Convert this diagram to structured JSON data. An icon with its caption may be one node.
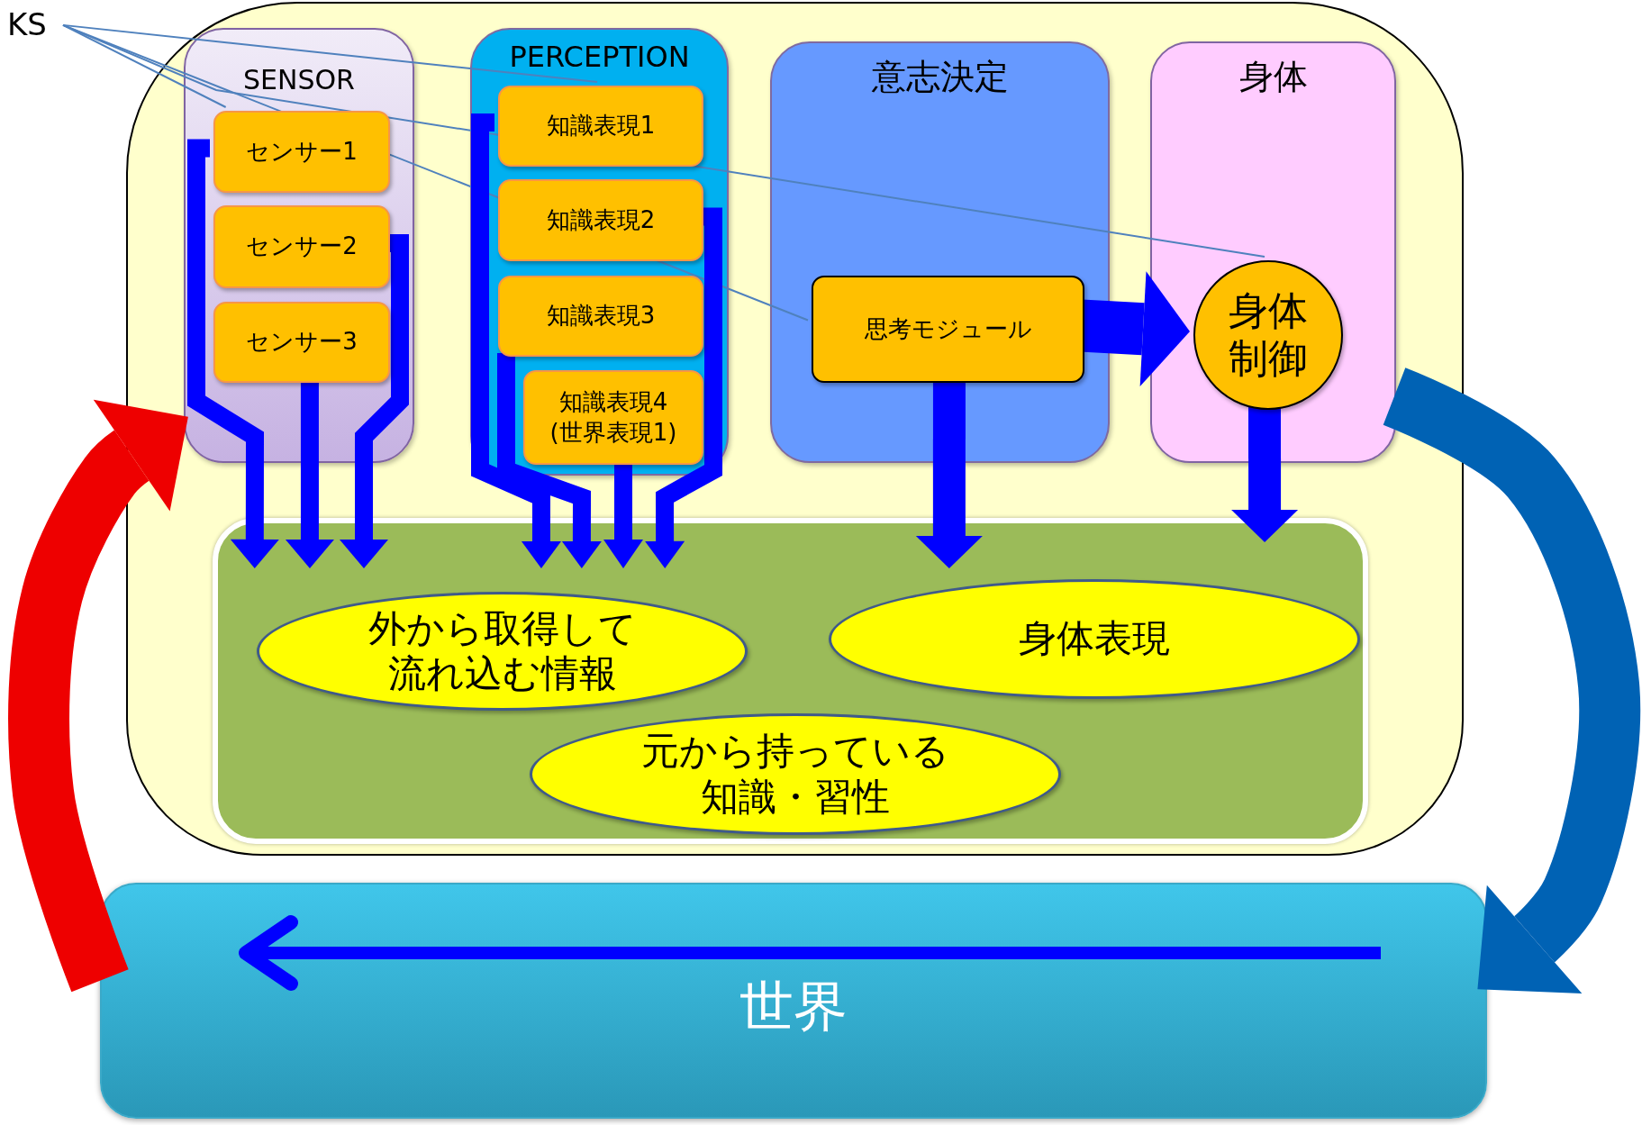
{
  "diagram": {
    "nodes": [
      {
        "text": [
          "KS"
        ]
      },
      {
        "text": [],
        "shape": "box"
      },
      {
        "text": [
          "SENSOR"
        ],
        "in": 1
      },
      {
        "text": [
          "センサー1"
        ],
        "in": 2
      },
      {
        "text": [
          "センサー2"
        ],
        "in": 2
      },
      {
        "text": [
          "センサー3"
        ],
        "in": 2
      },
      {
        "text": [
          "PERCEPTION"
        ],
        "in": 1
      },
      {
        "text": [
          "知識表現1"
        ],
        "in": 6
      },
      {
        "text": [
          "知識表現2"
        ],
        "in": 6
      },
      {
        "text": [
          "知識表現3"
        ],
        "in": 6
      },
      {
        "text": [
          "知識表現4 (世界表現1)"
        ],
        "in": 6
      },
      {
        "text": [
          "意志決定"
        ],
        "in": 1
      },
      {
        "text": [
          "思考モジュール"
        ],
        "in": 11
      },
      {
        "text": [
          "身体"
        ],
        "in": 1
      },
      {
        "text": [
          "身体制御"
        ],
        "in": 13
      },
      {
        "text": [],
        "shape": "box",
        "in": 1
      },
      {
        "text": [
          "外から取得して流れ込む情報"
        ],
        "in": 15
      },
      {
        "text": [
          "身体表現"
        ],
        "in": 15
      },
      {
        "text": [
          "元から持っている知識・習性"
        ],
        "in": 15
      },
      {
        "text": [
          "世界"
        ]
      }
    ],
    "edges": [
      {
        "from": 0,
        "to": 3,
        "arrow": "none",
        "color": "#4f81bd"
      },
      {
        "from": 0,
        "to": 7,
        "arrow": "none",
        "color": "#4f81bd"
      },
      {
        "from": 0,
        "to": 12,
        "arrow": "none",
        "color": "#4f81bd"
      },
      {
        "from": 0,
        "to": 14,
        "arrow": "none",
        "color": "#4f81bd"
      },
      {
        "from": 3,
        "to": 15,
        "arrow": "to"
      },
      {
        "from": 4,
        "to": 15,
        "arrow": "to"
      },
      {
        "from": 5,
        "to": 15,
        "arrow": "to"
      },
      {
        "from": 7,
        "to": 15,
        "arrow": "to"
      },
      {
        "from": 8,
        "to": 15,
        "arrow": "to"
      },
      {
        "from": 9,
        "to": 15,
        "arrow": "to"
      },
      {
        "from": 10,
        "to": 15,
        "arrow": "to"
      },
      {
        "from": 12,
        "to": 14,
        "arrow": "to",
        "style": "thick"
      },
      {
        "from": 12,
        "to": 15,
        "arrow": "to",
        "style": "thick"
      },
      {
        "from": 14,
        "to": 15,
        "arrow": "to",
        "style": "thick"
      },
      {
        "from": 19,
        "to": 2,
        "arrow": "to",
        "style": "thick",
        "color": "#ee0000"
      },
      {
        "from": 13,
        "to": 19,
        "arrow": "to",
        "style": "thick",
        "color": "#0062b4"
      }
    ]
  }
}
